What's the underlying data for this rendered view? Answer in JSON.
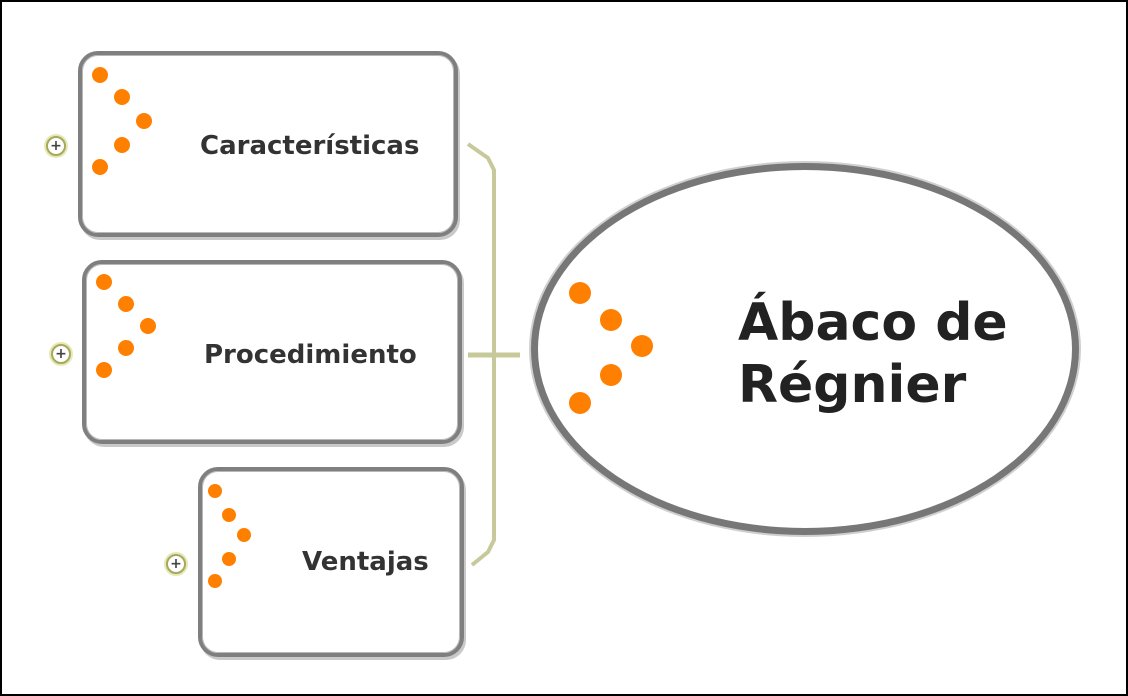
{
  "diagram": {
    "central_topic": {
      "line1": "Ábaco de",
      "line2": "Régnier"
    },
    "subtopics": [
      {
        "label": "Características",
        "expand_symbol": "+"
      },
      {
        "label": "Procedimiento",
        "expand_symbol": "+"
      },
      {
        "label": "Ventajas",
        "expand_symbol": "+"
      }
    ],
    "icon": "orange-dots-chevron-icon",
    "colors": {
      "dot": "#ff8000",
      "connector": "#c8c99a",
      "border": "#7f7f7f",
      "text": "#333333"
    }
  }
}
